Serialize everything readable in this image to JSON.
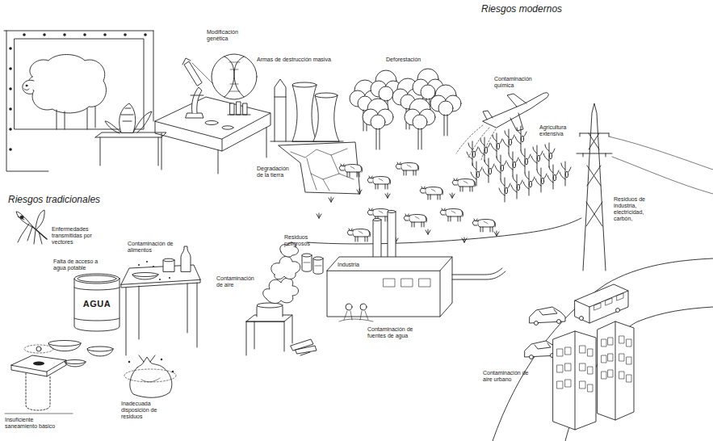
{
  "diagram": {
    "labels": [
      "Riesgos modernos",
      "Modificación genética",
      "Armas de destrucción masiva",
      "Deforestación",
      "Contaminación química",
      "Agricultura extensiva",
      "Degradación de la tierra",
      "Residuos de industria, electricidad, carbón,",
      "Residuos peligrosos",
      "Industria",
      "Contaminación de fuentes de agua",
      "Contaminación de aire urbano",
      "Riesgos tradicionales",
      "Enfermedades transmitidas por vectores",
      "Contaminación de alimentos",
      "Falta de acceso a agua potable",
      "AGUA",
      "Contaminación de aire",
      "Inadecuada disposición de residuos",
      "Insuficiente saneamiento básico"
    ]
  }
}
